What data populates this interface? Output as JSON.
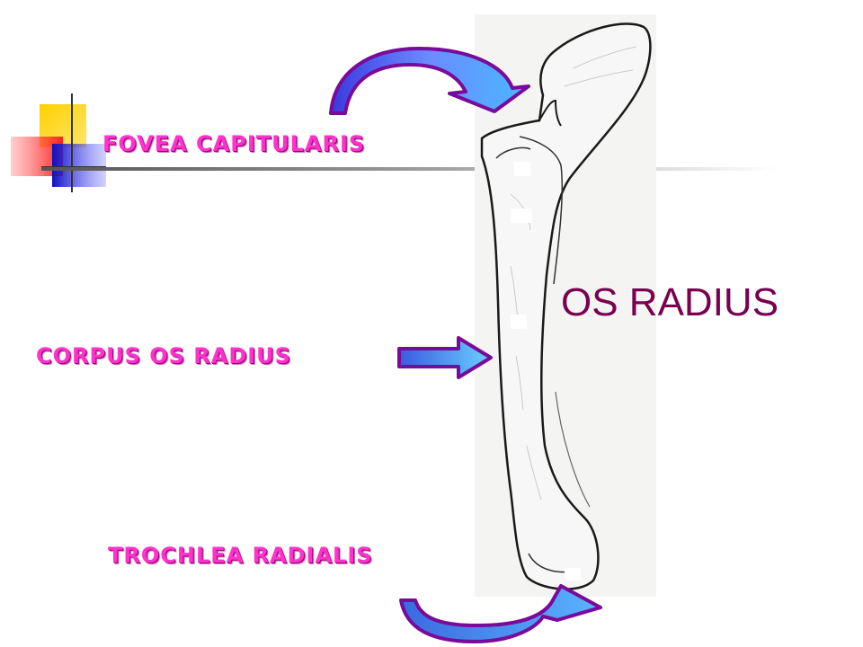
{
  "slide": {
    "title": "OS RADIUS",
    "labels": {
      "fovea": "FOVEA CAPITULARIS",
      "corpus": "CORPUS OS RADIUS",
      "trochlea": "TROCHLEA RADIALIS"
    }
  },
  "colors": {
    "label_pink": "#ff33cc",
    "title_maroon": "#7a0050",
    "arrow_purple": "#7a0a9a",
    "arrow_blue": "#5ab4ff"
  },
  "icons": {
    "title_decoration": "color-squares-crosshair-icon",
    "image": "radius-bone-illustration"
  }
}
